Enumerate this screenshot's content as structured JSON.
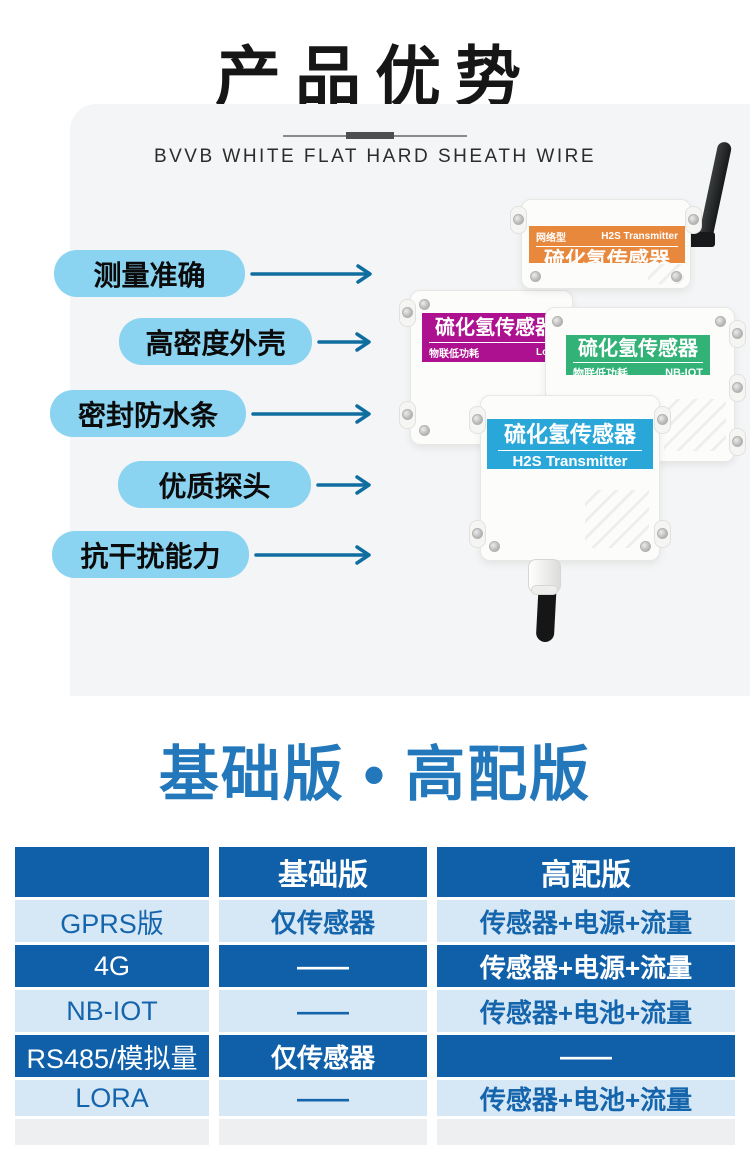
{
  "header": {
    "title": "产品优势",
    "subtitle": "BVVB WHITE FLAT HARD SHEATH WIRE"
  },
  "features": [
    {
      "label": "测量准确"
    },
    {
      "label": "高密度外壳"
    },
    {
      "label": "密封防水条"
    },
    {
      "label": "优质探头"
    },
    {
      "label": "抗干扰能力"
    }
  ],
  "products": [
    {
      "tag_left": "网络型",
      "tag_right": "H2S Transmitter",
      "name": "硫化氢传感器",
      "label_color": "#E8883C"
    },
    {
      "name": "硫化氢传感器",
      "tag_left": "物联低功耗",
      "tag_right": "LoRa",
      "label_color": "#AE1190"
    },
    {
      "name": "硫化氢传感器",
      "tag_left": "物联低功耗",
      "tag_right": "NB-IOT",
      "label_color": "#33B277"
    },
    {
      "name": "硫化氢传感器",
      "tag_bottom": "H2S Transmitter",
      "label_color": "#29A7D9"
    }
  ],
  "compare": {
    "heading": "基础版 • 高配版"
  },
  "table": {
    "headers": [
      "",
      "基础版",
      "高配版"
    ],
    "rows": [
      {
        "label": "GPRS版",
        "basic": "仅传感器",
        "premium": "传感器+电源+流量"
      },
      {
        "label": "4G",
        "basic": "——",
        "premium": "传感器+电源+流量"
      },
      {
        "label": "NB-IOT",
        "basic": "——",
        "premium": "传感器+电池+流量"
      },
      {
        "label": "RS485/模拟量",
        "basic": "仅传感器",
        "premium": "——"
      },
      {
        "label": "LORA",
        "basic": "——",
        "premium": "传感器+电池+流量"
      }
    ]
  },
  "colors": {
    "table_blue": "#0F60A9",
    "table_light_row": "#D6E8F6",
    "table_text_blue": "#1565AD",
    "heading_blue": "#2378BC",
    "feature_pill_blue": "#8AD3F1",
    "arrow_blue": "#0F6E9F",
    "label_orange": "#E8883C",
    "label_magenta": "#AE1190",
    "label_green": "#33B277",
    "label_cyan": "#29A7D9"
  }
}
